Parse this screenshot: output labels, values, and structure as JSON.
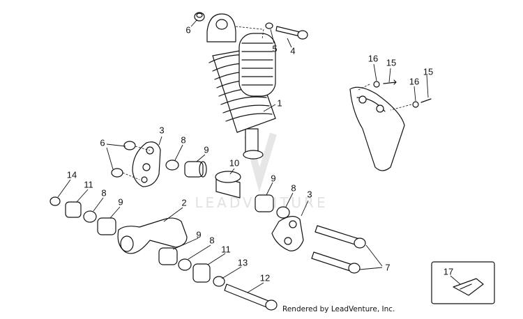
{
  "watermark": "LEADVENTURE",
  "credit": "Rendered by LeadVenture, Inc.",
  "callouts": [
    "1",
    "2",
    "3",
    "3",
    "4",
    "5",
    "6",
    "6",
    "7",
    "8",
    "8",
    "8",
    "8",
    "9",
    "9",
    "9",
    "9",
    "10",
    "11",
    "11",
    "12",
    "13",
    "14",
    "15",
    "15",
    "16",
    "16",
    "17"
  ]
}
